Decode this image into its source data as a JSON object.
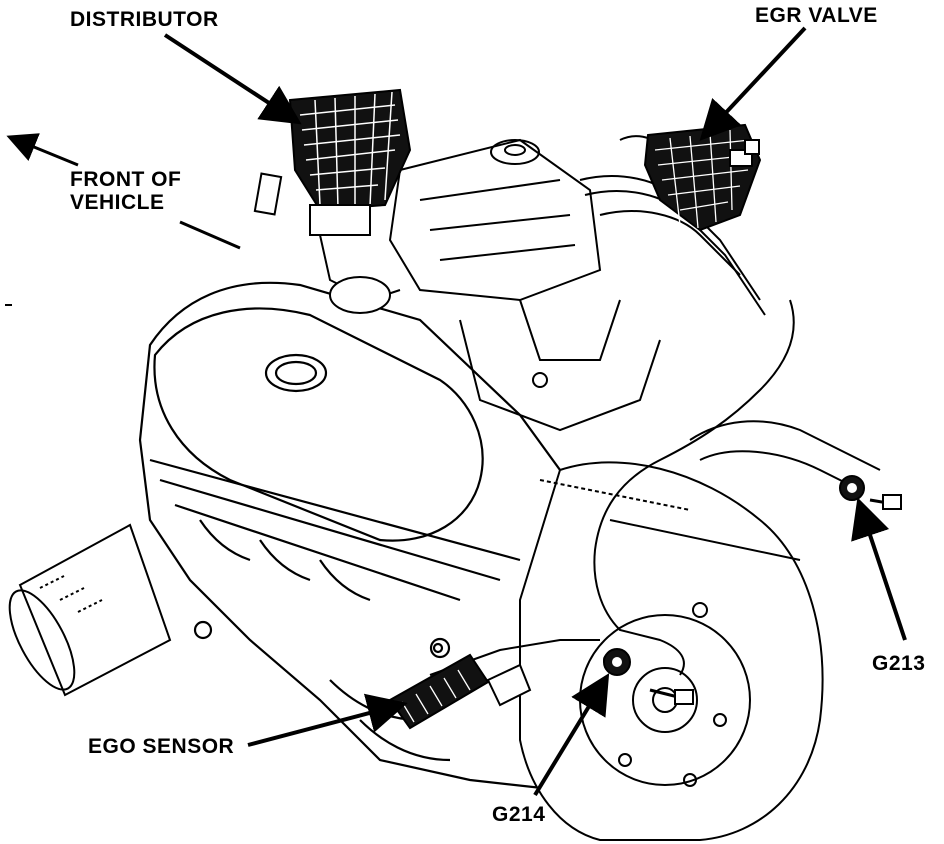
{
  "labels": {
    "distributor": "DISTRIBUTOR",
    "egr_valve": "EGR VALVE",
    "front_of_vehicle_line1": "FRONT OF",
    "front_of_vehicle_line2": "VEHICLE",
    "ego_sensor": "EGO SENSOR",
    "g213": "G213",
    "g214": "G214"
  },
  "colors": {
    "ink": "#000000",
    "paper": "#ffffff"
  }
}
